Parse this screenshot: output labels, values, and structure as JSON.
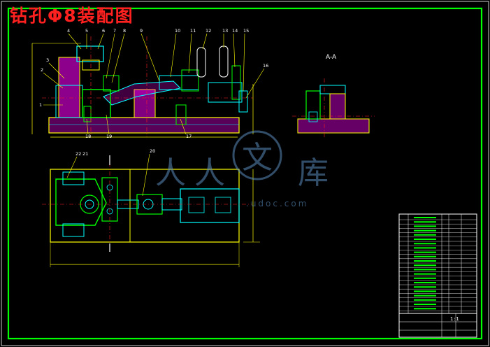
{
  "title": "钻孔Φ8装配图",
  "section_label": "A-A",
  "watermark": {
    "glyphs": "人人文库",
    "site": ".udoc.com"
  },
  "colors": {
    "background": "#000000",
    "frame": "#00ff00",
    "outline": "#ffff00",
    "detail": "#00ffff",
    "hatch": "#ff00ff",
    "accent": "#ffffff",
    "title": "#ff2020",
    "watermark": "#5a8cbe"
  },
  "callouts": [
    "1",
    "2",
    "3",
    "4",
    "5",
    "6",
    "7",
    "8",
    "9",
    "10",
    "11",
    "12",
    "13",
    "14",
    "15",
    "16",
    "17",
    "18",
    "19",
    "20",
    "21",
    "22"
  ],
  "title_block": {
    "scale": "1:1"
  }
}
